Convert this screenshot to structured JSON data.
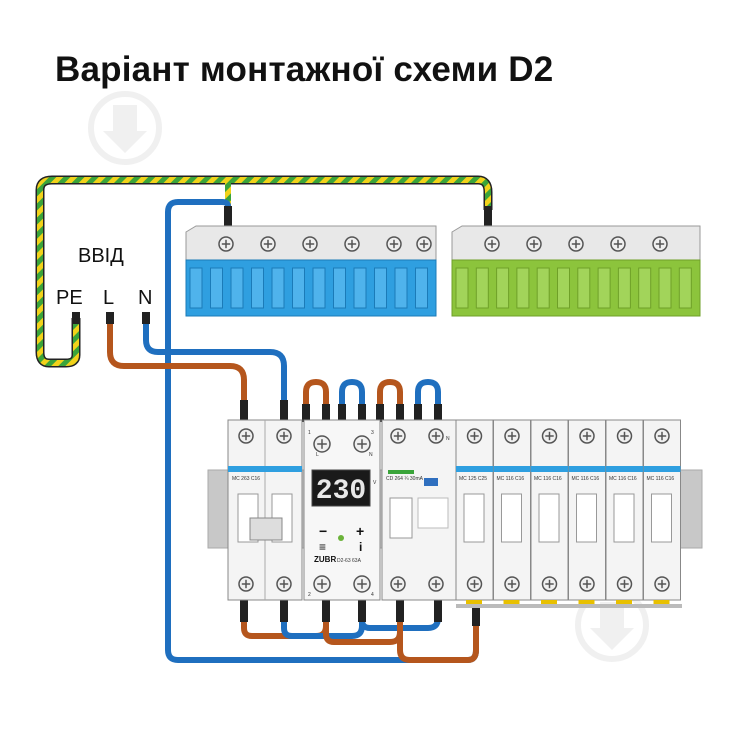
{
  "title": "Варіант монтажної схеми D2",
  "input": {
    "label": "ВВІД",
    "terminals": [
      "PE",
      "L",
      "N"
    ]
  },
  "relay": {
    "display": "230",
    "brand": "ZUBR",
    "model": "D2-63 63A",
    "top_terminals": [
      "1",
      "3"
    ],
    "bottom_terminals": [
      "2",
      "4"
    ],
    "unit": "V",
    "phase_label": "L",
    "neutral_label": "N",
    "buttons": [
      "−",
      "+",
      "≡",
      "i"
    ]
  },
  "breakers": {
    "main": "MC 263 C16",
    "rcd": "CD 264 ¼ 30mA",
    "rcd_neutral_label": "N",
    "group_labels": [
      "MC 125 C25",
      "MC 116 C16",
      "MC 116 C16",
      "MC 116 C16",
      "MC 116 C16",
      "MC 116 C16"
    ]
  },
  "colors": {
    "pe": "#f2d21a",
    "pe_stripe": "#3aa43a",
    "phase": "#b5561d",
    "neutral": "#1f6fbf",
    "bus_blue": "#2f9fe0",
    "bus_green": "#8cc43c"
  }
}
